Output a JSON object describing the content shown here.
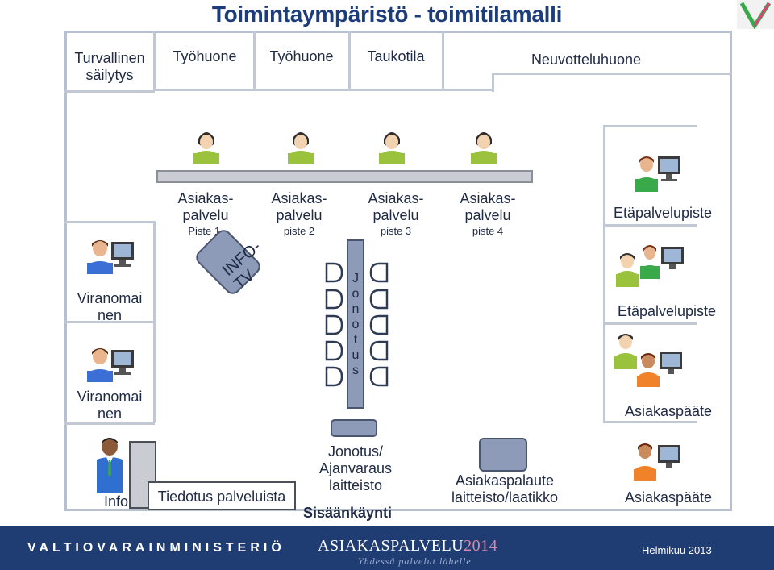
{
  "title": "Toimintaympäristö - toimitilamalli",
  "rooms": {
    "turvallinen": "Turvallinen\nsäilytys",
    "tyohuone1": "Työhuone",
    "tyohuone2": "Työhuone",
    "taukotila": "Taukotila",
    "neuvottelu": "Neuvotteluhuone"
  },
  "service_points": [
    {
      "label": "Asiakas-\npalvelu",
      "sub": "Piste 1."
    },
    {
      "label": "Asiakas-\npalvelu",
      "sub": "piste 2"
    },
    {
      "label": "Asiakas-\npalvelu",
      "sub": "piste 3"
    },
    {
      "label": "Asiakas-\npalvelu",
      "sub": "piste 4"
    }
  ],
  "right": {
    "etapalvelu1": "Etäpalvelupiste",
    "etapalvelu2": "Etäpalvelupiste",
    "asiakaspaate1": "Asiakaspääte",
    "asiakaspaate2": "Asiakaspääte"
  },
  "left": {
    "viranomainen1": "Viranomai\nnen",
    "viranomainen2": "Viranomai\nnen",
    "info": "Info"
  },
  "info_tv": "INFO-\nTV",
  "jonotus_letters": [
    "J",
    "o",
    "n",
    "o",
    "t",
    "u",
    "s"
  ],
  "bottom": {
    "tiedotus": "Tiedotus palveluista",
    "jonotus_laitteisto": "Jonotus/\nAjanvaraus\nlaitteisto",
    "sisaankaynti": "Sisäänkäynti",
    "palaute": "Asiakaspalaute\nlaitteisto/laatikko"
  },
  "footer": {
    "ministry": "VALTIOVARAINMINISTERIÖ",
    "brand": "ASIAKASPALVELU",
    "brand_year": "2014",
    "tagline": "Yhdessä palvelut lähelle",
    "date": "Helmikuu 2013"
  },
  "colors": {
    "title": "#1d3d7a",
    "wall": "#c2c7d4",
    "footer": "#1f3c73",
    "device": "#8d9ab8"
  }
}
